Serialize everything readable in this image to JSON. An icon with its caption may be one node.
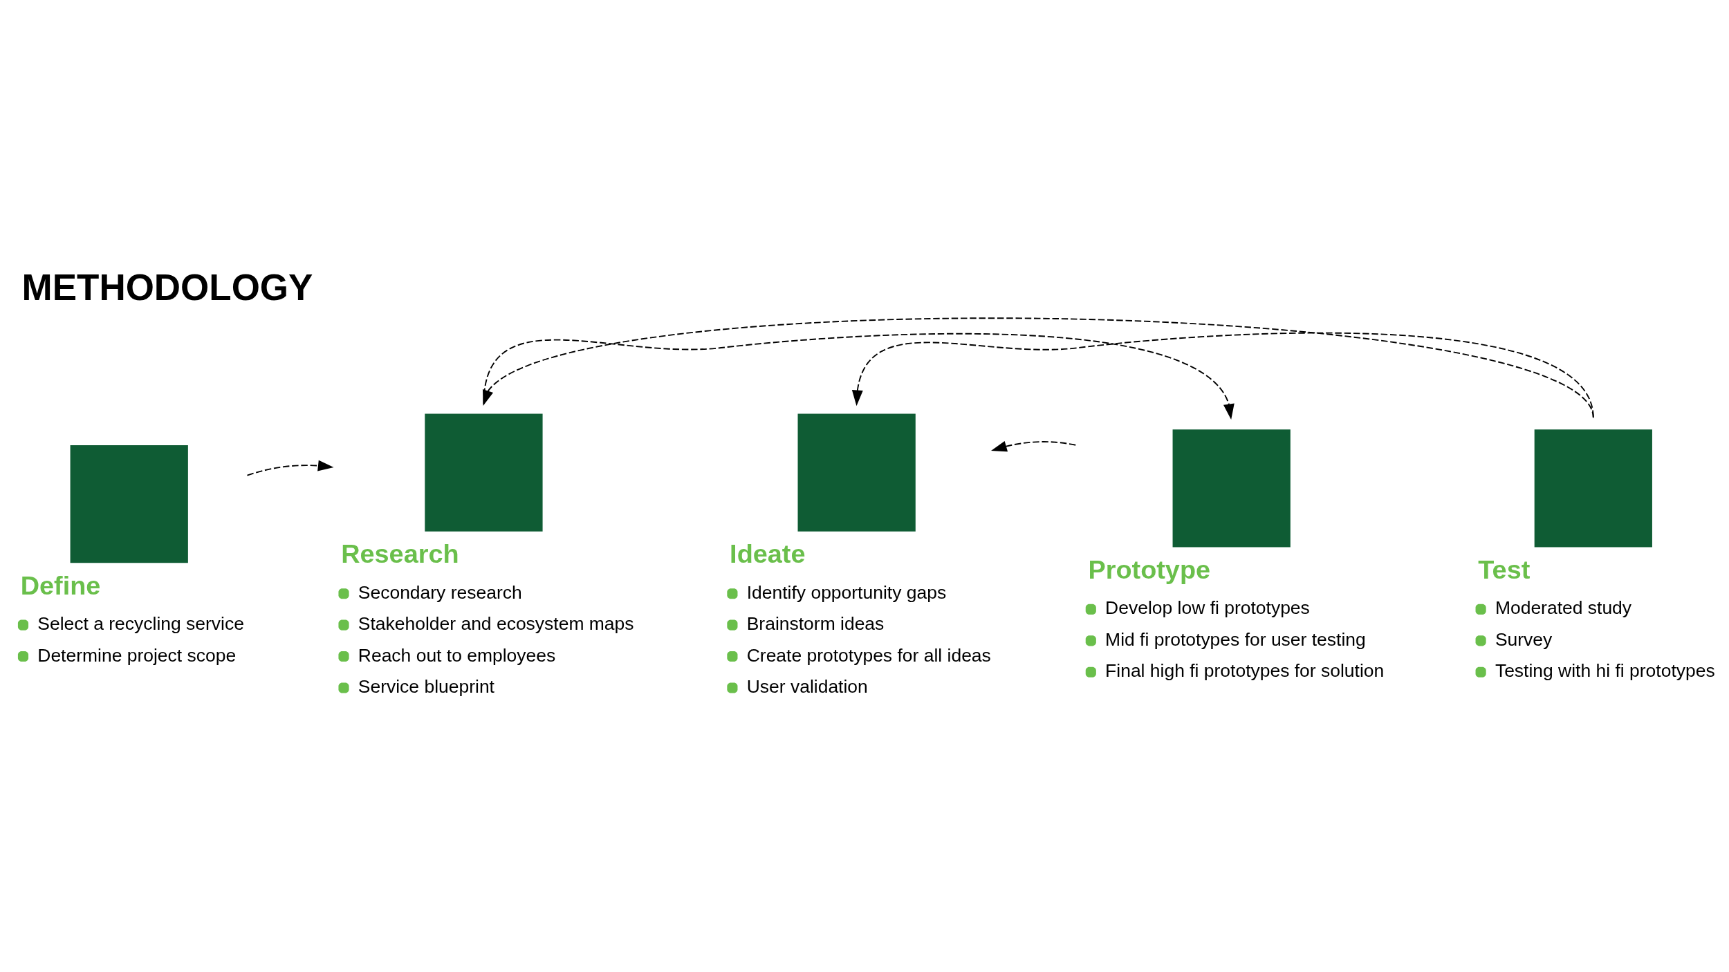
{
  "diagram": {
    "title": "METHODOLOGY",
    "nodes": [
      {
        "text": [
          "Define",
          "Select a recycling service",
          "Determine project scope"
        ]
      },
      {
        "text": [
          "Research",
          "Secondary research",
          "Stakeholder and ecosystem maps",
          "Reach out to employees",
          "Service blueprint"
        ]
      },
      {
        "text": [
          "Ideate",
          "Identify opportunity gaps",
          "Brainstorm ideas",
          "Create prototypes for all ideas",
          "User validation"
        ]
      },
      {
        "text": [
          "Prototype",
          "Develop low fi prototypes",
          "Mid fi prototypes for user testing",
          "Final high fi prototypes for solution"
        ]
      },
      {
        "text": [
          "Test",
          "Moderated study",
          "Survey",
          "Testing with hi fi prototypes"
        ]
      }
    ],
    "edges": [
      {
        "from": 0,
        "to": 1,
        "arrow": "to",
        "style": "dashed"
      },
      {
        "from": 1,
        "to": 3,
        "arrow": "to",
        "style": "dashed"
      },
      {
        "from": 4,
        "to": 1,
        "arrow": "to",
        "style": "dashed"
      },
      {
        "from": 4,
        "to": 2,
        "arrow": "to",
        "style": "dashed"
      },
      {
        "from": 3,
        "to": 2,
        "arrow": "to",
        "style": "dashed"
      }
    ]
  }
}
